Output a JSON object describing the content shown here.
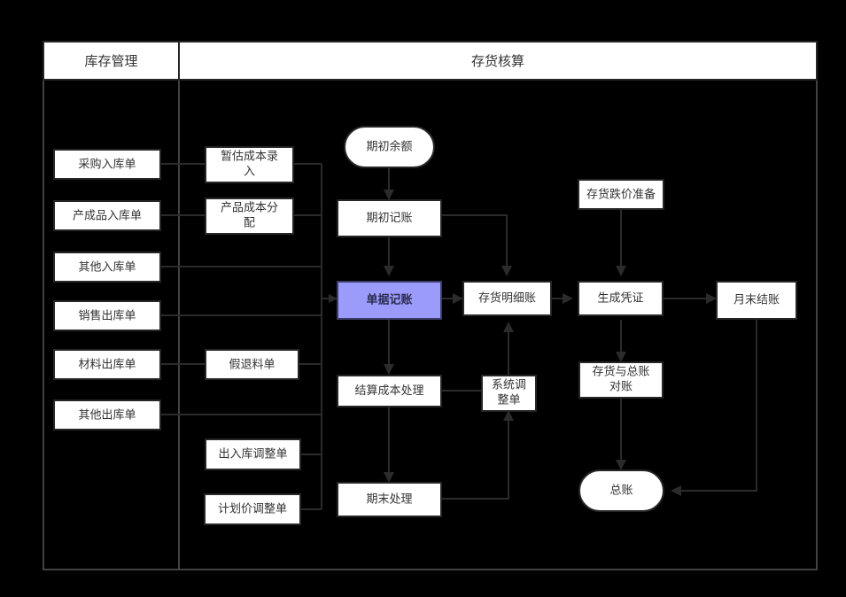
{
  "diagram": {
    "title_left": "库存管理",
    "title_right": "存货核算",
    "colors": {
      "background": "#000000",
      "box_fill": "#ffffff",
      "box_border": "#262626",
      "text": "#333333",
      "highlight_fill": "#9b9bfb",
      "highlight_border": "#3d3d6b",
      "frame": "#575757",
      "edge": "#2b2b2b"
    },
    "left_column": [
      {
        "id": "purchase-in",
        "label": "采购入库单"
      },
      {
        "id": "finished-in",
        "label": "产成品入库单"
      },
      {
        "id": "other-in",
        "label": "其他入库单"
      },
      {
        "id": "sales-out",
        "label": "销售出库单"
      },
      {
        "id": "material-out",
        "label": "材料出库单"
      },
      {
        "id": "other-out",
        "label": "其他出库单"
      }
    ],
    "second_column": [
      {
        "id": "estimated-cost-entry",
        "label_line1": "暂估成本录",
        "label_line2": "入"
      },
      {
        "id": "product-cost-allocation",
        "label_line1": "产品成本分",
        "label_line2": "配"
      },
      {
        "id": "fake-return-material",
        "label": "假退料单"
      },
      {
        "id": "inout-adjustment",
        "label": "出入库调整单"
      },
      {
        "id": "planned-price-adjustment",
        "label": "计划价调整单"
      }
    ],
    "center_column": [
      {
        "id": "opening-balance",
        "label": "期初余额",
        "shape": "pill"
      },
      {
        "id": "opening-posting",
        "label": "期初记账",
        "shape": "rect"
      },
      {
        "id": "voucher-posting",
        "label": "单据记账",
        "shape": "rect",
        "highlight": true
      },
      {
        "id": "settlement-cost-processing",
        "label": "结算成本处理",
        "shape": "rect"
      },
      {
        "id": "period-end-processing",
        "label": "期末处理",
        "shape": "rect"
      }
    ],
    "right_column": [
      {
        "id": "inventory-ledger",
        "label": "存货明细账"
      },
      {
        "id": "system-adjustment",
        "label_line1": "系统调",
        "label_line2": "整单"
      },
      {
        "id": "inventory-impairment",
        "label": "存货跌价准备"
      },
      {
        "id": "generate-voucher",
        "label": "生成凭证"
      },
      {
        "id": "month-end-closing",
        "label": "月末结账"
      },
      {
        "id": "inventory-gl-reconciliation",
        "label_line1": "存货与总账",
        "label_line2": "对账"
      },
      {
        "id": "general-ledger",
        "label": "总账",
        "shape": "pill"
      }
    ]
  }
}
